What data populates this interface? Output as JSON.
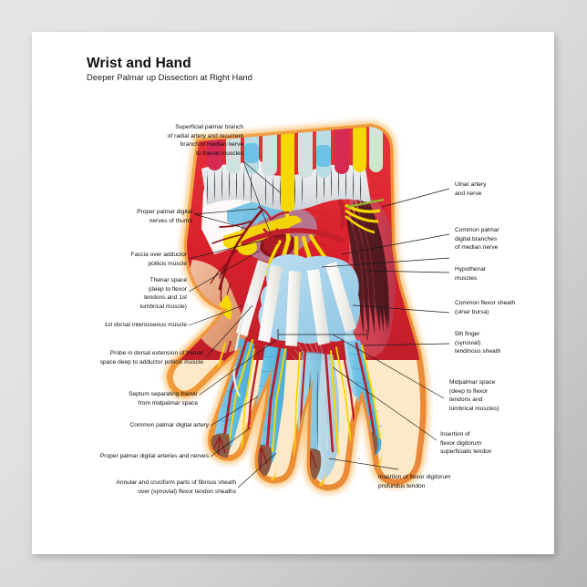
{
  "poster": {
    "title": "Wrist and Hand",
    "subtitle": "Deeper Palmar up Dissection at Right Hand",
    "background_color": "#ffffff",
    "frame_color": "#e2e1e1"
  },
  "labels_left": [
    {
      "id": "superficial-palmar-branch",
      "text": "Superficial palmar branch\nof radial artery and recurrent\nbranch of median nerve\nto thenar muscles"
    },
    {
      "id": "proper-palmar-digital-nerves-thumb",
      "text": "Proper palmar digital\nnerves of thumb"
    },
    {
      "id": "fascia-over-adductor-pollicis",
      "text": "Fascia over adductor\npollicis muscle"
    },
    {
      "id": "thenar-space",
      "text": "Thenar space\n(deep to flexor\ntendons and 1st\nlumbrical muscle)"
    },
    {
      "id": "first-dorsal-interosseous-muscle",
      "text": "1st dorsal interosseous muscle"
    },
    {
      "id": "probe-dorsal-extension-thenar-space",
      "text": "Probe in dorsal extension of thenar\nspace deep to adductor pollicis muscle"
    },
    {
      "id": "septum-separating-thenar",
      "text": "Septum separating thenar\nfrom midpalmar space"
    },
    {
      "id": "common-palmar-digital-artery",
      "text": "Common palmar digital artery"
    },
    {
      "id": "proper-palmar-digital-arteries-nerves",
      "text": "Proper palmar digital arteries and nerves"
    },
    {
      "id": "annular-cruciform-fibrous-sheath",
      "text": "Annular and cruciform parts of fibrous sheath\nover (synovial) flexor tendon sheaths"
    }
  ],
  "labels_right": [
    {
      "id": "ulnar-artery-and-nerve",
      "text": "Ulnar artery\nand nerve"
    },
    {
      "id": "common-palmar-digital-branches-median-nerve",
      "text": "Common palmar\ndigital branches\nof median nerve"
    },
    {
      "id": "hypothenar-muscles",
      "text": "Hypothenar\nmuscles"
    },
    {
      "id": "common-flexor-sheath",
      "text": "Common flexor sheath\n(ulnar bursa)"
    },
    {
      "id": "fifth-finger-tendinous-sheath",
      "text": "5th finger\n(synovial)\ntendinous sheath"
    },
    {
      "id": "midpalmar-space",
      "text": "Midpalmar space\n(deep to flexor\ntendons and\nlumbrical muscles)"
    },
    {
      "id": "insertion-flexor-digitorum-superficialis",
      "text": "Insertion of\nflexor digitorum\nsuperficialis tendon"
    },
    {
      "id": "insertion-flexor-digitorum-profundus",
      "text": "Insertion of flexor digitorum\nprofundus tendon"
    }
  ],
  "illustration": {
    "name": "right-hand-palmar-dissection",
    "orientation": "fingers pointing down, wrist at top",
    "colors": {
      "skin_outline": "#f09a3e",
      "skin_outline_inner": "#fbd34a",
      "muscle_red": "#e02a32",
      "muscle_pink": "#d4555f",
      "hypothenar_pink": "#d8505f",
      "ulnar_bursa_blue": "#a9d4ea",
      "tendon_sheath_blue": "#6fc2e6",
      "nerve_yellow": "#f5d800",
      "artery_dark_red": "#9c1420",
      "tendon_white": "#f4f4f2",
      "bone_white": "#ffffff",
      "fingertip_brown": "#8a5a43",
      "fascia_mauve": "#b07f9c",
      "thenar_peach": "#e8a882",
      "carpal_gray": "#d8dde0"
    }
  }
}
